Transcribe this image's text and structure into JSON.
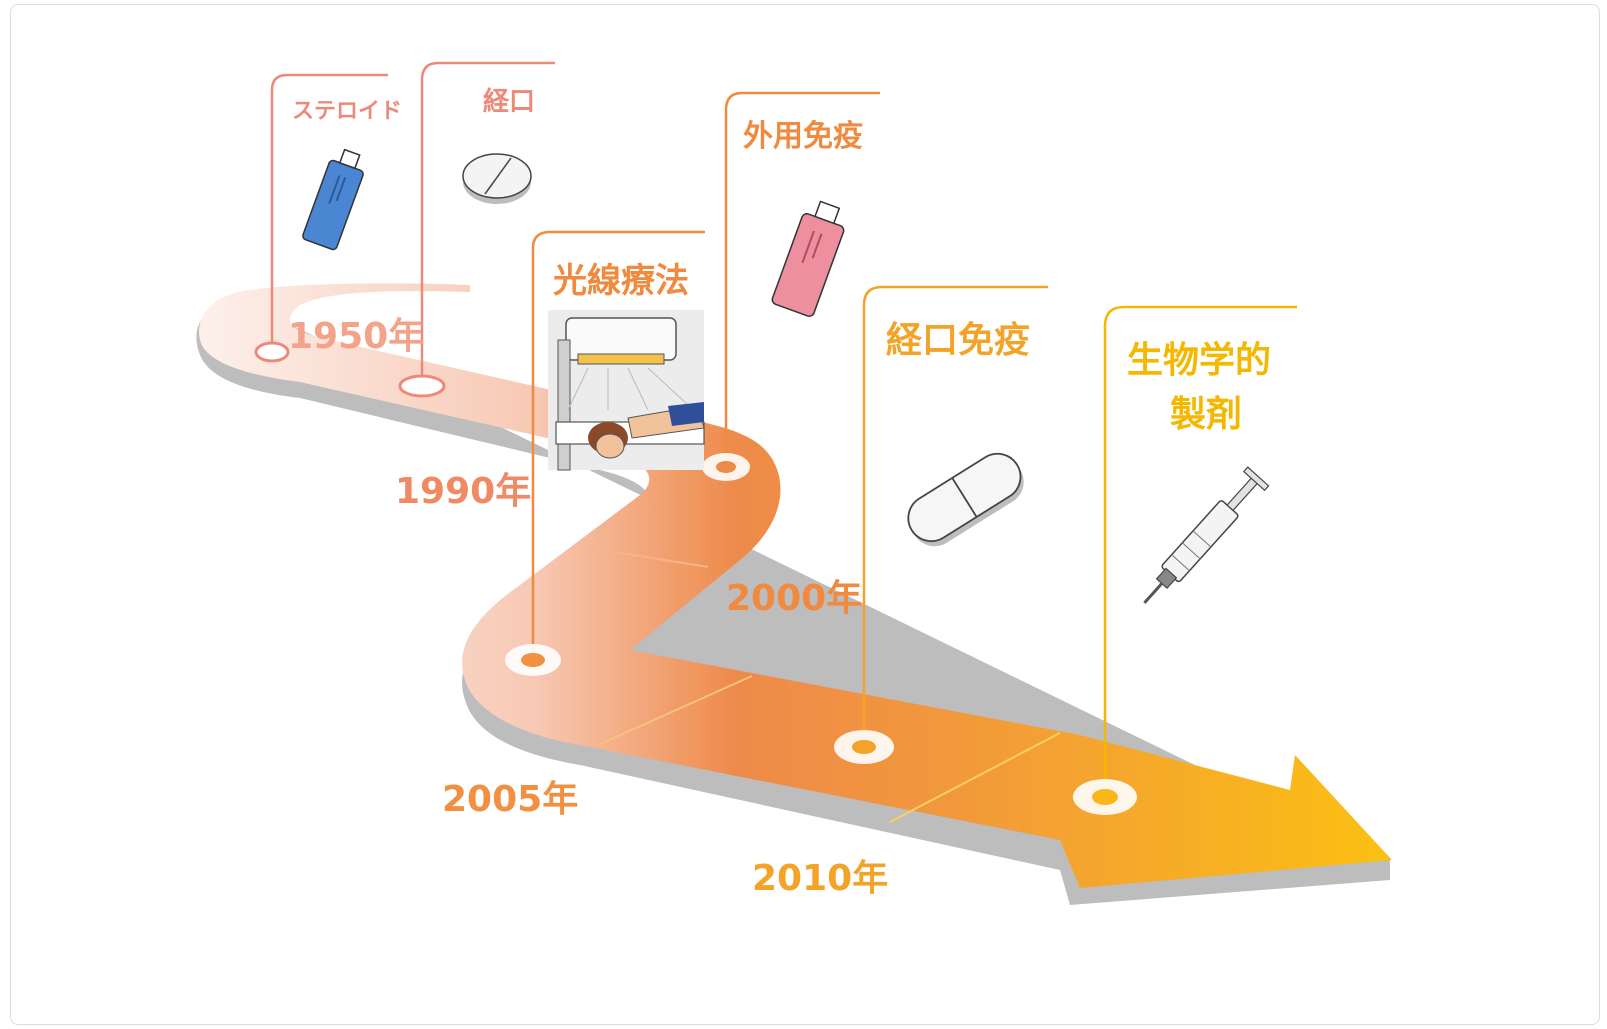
{
  "timeline": {
    "years": [
      {
        "label": "1950年",
        "color": "#f2a38a"
      },
      {
        "label": "1990年",
        "color": "#ef8a64"
      },
      {
        "label": "2000年",
        "color": "#ef8a3e"
      },
      {
        "label": "2005年",
        "color": "#f09040"
      },
      {
        "label": "2010年",
        "color": "#f3a428"
      }
    ],
    "treatments": [
      {
        "label": "ステロイド",
        "color": "#ec8a7a",
        "icon": "ointment-tube-blue-icon"
      },
      {
        "label": "経口",
        "color": "#ec8a7a",
        "icon": "tablet-icon"
      },
      {
        "label": "光線療法",
        "color": "#ef8a3e",
        "icon": "phototherapy-icon"
      },
      {
        "label": "外用免疫",
        "color": "#ef8a3e",
        "icon": "ointment-tube-pink-icon"
      },
      {
        "label": "経口免疫",
        "color": "#f3a428",
        "icon": "capsule-icon"
      },
      {
        "label": "生物学的",
        "label2": "製剤",
        "color": "#f5b800",
        "icon": "syringe-icon"
      }
    ],
    "colors": {
      "start": "#fbe4dc",
      "mid": "#ef8a46",
      "end": "#fbbf14",
      "shadow": "#b7b7b7"
    }
  }
}
